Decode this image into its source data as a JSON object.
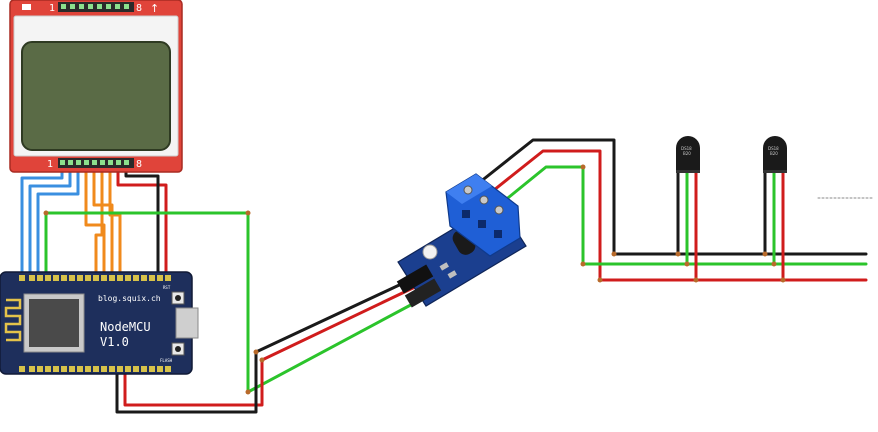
{
  "lcd": {
    "pin_first_label": "1",
    "pin_last_label": "8",
    "arrow_glyph": "↑"
  },
  "nodemcu": {
    "brand_text": "blog.squix.ch",
    "title_line1": "NodeMCU",
    "title_line2": "V1.0",
    "button_label_1": "RST",
    "button_label_2": "FLASH"
  },
  "sensors": {
    "label_line1": "DS18",
    "label_line2": "B20"
  },
  "colors": {
    "wire_red": "#d01c1c",
    "wire_black": "#1a1a1a",
    "wire_green": "#2bc42b",
    "wire_blue": "#3a8fe0",
    "wire_orange": "#f08a1c",
    "lcd_frame": "#e0443a",
    "lcd_screen": "#5a6b46",
    "nodemcu_board": "#1e2f5c",
    "terminal_block": "#1f5fd6",
    "relay_board": "#1b3f8f"
  }
}
